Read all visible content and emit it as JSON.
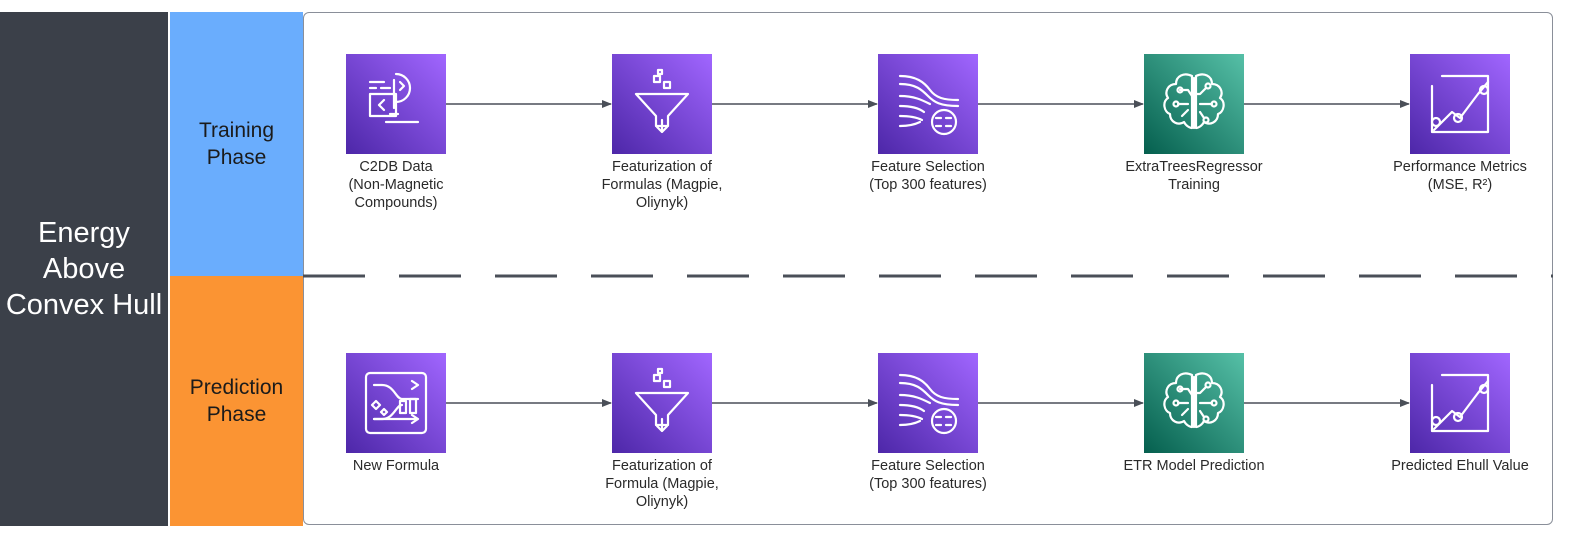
{
  "title": "Energy\nAbove\nConvex Hull",
  "phases": {
    "training": "Training\nPhase",
    "prediction": "Prediction\nPhase"
  },
  "training_steps": [
    {
      "label": "C2DB Data\n(Non-Magnetic\nCompounds)",
      "icon": "code-editor-icon",
      "color": "purple"
    },
    {
      "label": "Featurization of\nFormulas (Magpie,\nOliynyk)",
      "icon": "funnel-icon",
      "color": "purple"
    },
    {
      "label": "Feature Selection\n(Top 300 features)",
      "icon": "data-streams-icon",
      "color": "purple"
    },
    {
      "label": "ExtraTreesRegressor\nTraining",
      "icon": "brain-circuit-icon",
      "color": "green"
    },
    {
      "label": "Performance Metrics\n(MSE, R²)",
      "icon": "line-chart-icon",
      "color": "purple"
    }
  ],
  "prediction_steps": [
    {
      "label": "New Formula",
      "icon": "data-transform-icon",
      "color": "purple"
    },
    {
      "label": "Featurization of\nFormula (Magpie,\nOliynyk)",
      "icon": "funnel-icon",
      "color": "purple"
    },
    {
      "label": "Feature Selection\n(Top 300 features)",
      "icon": "data-streams-icon",
      "color": "purple"
    },
    {
      "label": "ETR Model Prediction",
      "icon": "brain-circuit-icon",
      "color": "green"
    },
    {
      "label": "Predicted Ehull Value",
      "icon": "line-chart-icon",
      "color": "purple"
    }
  ],
  "colors": {
    "sidebar": "#3b4049",
    "training": "#6aadfd",
    "prediction": "#fb9433",
    "node_purple": "#8c4fff",
    "node_green": "#2e9a83",
    "connector": "#4a4f58"
  }
}
